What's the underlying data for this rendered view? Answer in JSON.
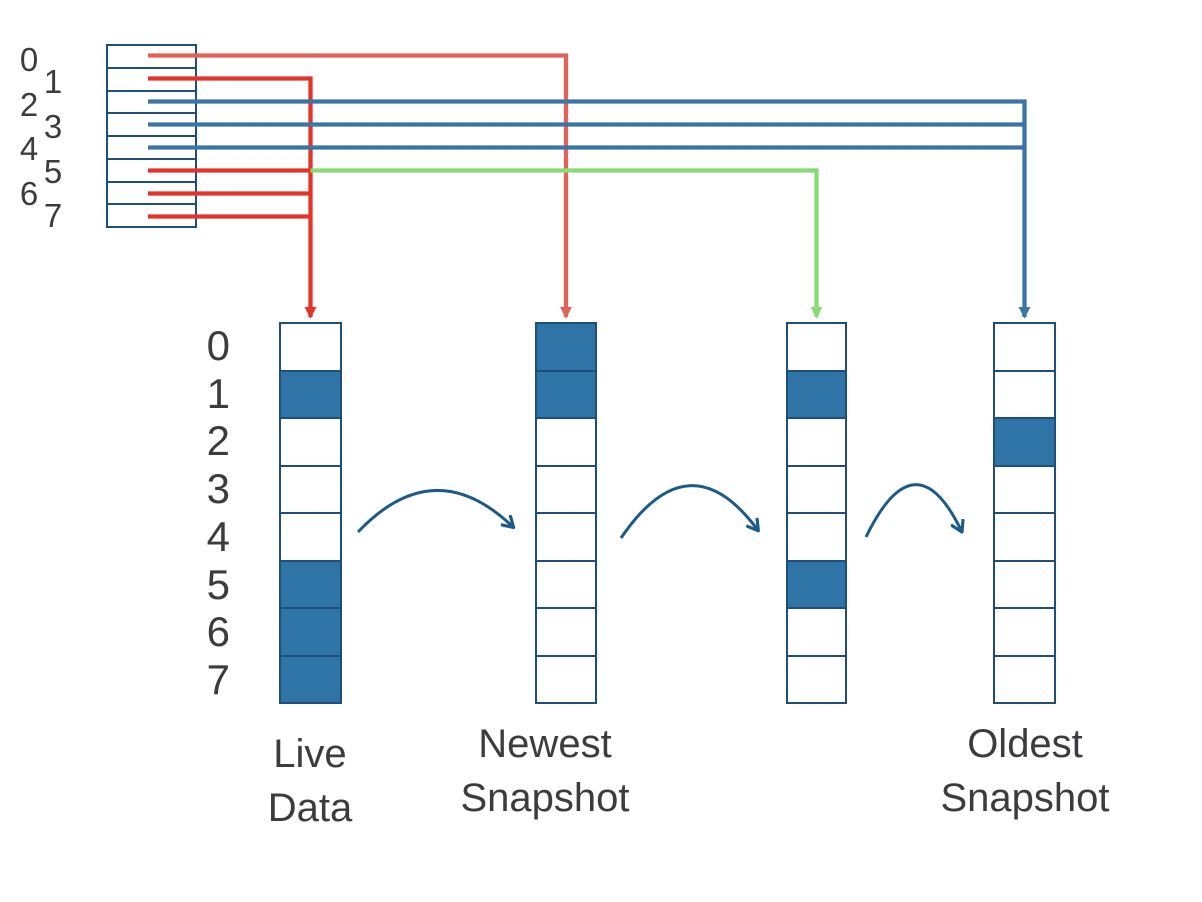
{
  "diagram": {
    "description": "Snapshot block-mapping diagram: a source block table whose entries point to Live Data or snapshot columns"
  },
  "colors": {
    "outline": "#1F4E79",
    "fill_blue": "#2E74A6",
    "wire_red": "#E5332A",
    "wire_salmon": "#E2625B",
    "wire_green": "#86DB75",
    "wire_blue": "#3A75A6",
    "flow_arrow": "#1D5A87",
    "text": "#3C3C40"
  },
  "source_table": {
    "row_labels": [
      "0",
      "1",
      "2",
      "3",
      "4",
      "5",
      "6",
      "7"
    ],
    "rows": 8
  },
  "wires": [
    {
      "color_key": "wire_salmon",
      "rows": [
        0
      ],
      "to_column": 1
    },
    {
      "color_key": "wire_red",
      "rows": [
        1,
        5,
        6,
        7
      ],
      "to_column": 0
    },
    {
      "color_key": "wire_green",
      "rows": [
        5
      ],
      "to_column": 2,
      "from_x_column": 0
    },
    {
      "color_key": "wire_blue",
      "rows": [
        2,
        3,
        4
      ],
      "to_column": 3
    }
  ],
  "columns": [
    {
      "id": "live-data",
      "label_lines": [
        "Live",
        "Data"
      ],
      "filled_rows": [
        1,
        5,
        6,
        7
      ]
    },
    {
      "id": "newest-snapshot",
      "label_lines": [
        "Newest",
        "Snapshot"
      ],
      "filled_rows": [
        0,
        1
      ]
    },
    {
      "id": "middle-snapshot",
      "label_lines": [],
      "filled_rows": [
        1,
        5
      ]
    },
    {
      "id": "oldest-snapshot",
      "label_lines": [
        "Oldest",
        "Snapshot"
      ],
      "filled_rows": [
        2
      ]
    }
  ],
  "column_row_labels": [
    "0",
    "1",
    "2",
    "3",
    "4",
    "5",
    "6",
    "7"
  ],
  "flow_arrows": [
    {
      "from": "live-data",
      "to": "newest-snapshot"
    },
    {
      "from": "newest-snapshot",
      "to": "middle-snapshot"
    },
    {
      "from": "middle-snapshot",
      "to": "oldest-snapshot"
    }
  ]
}
